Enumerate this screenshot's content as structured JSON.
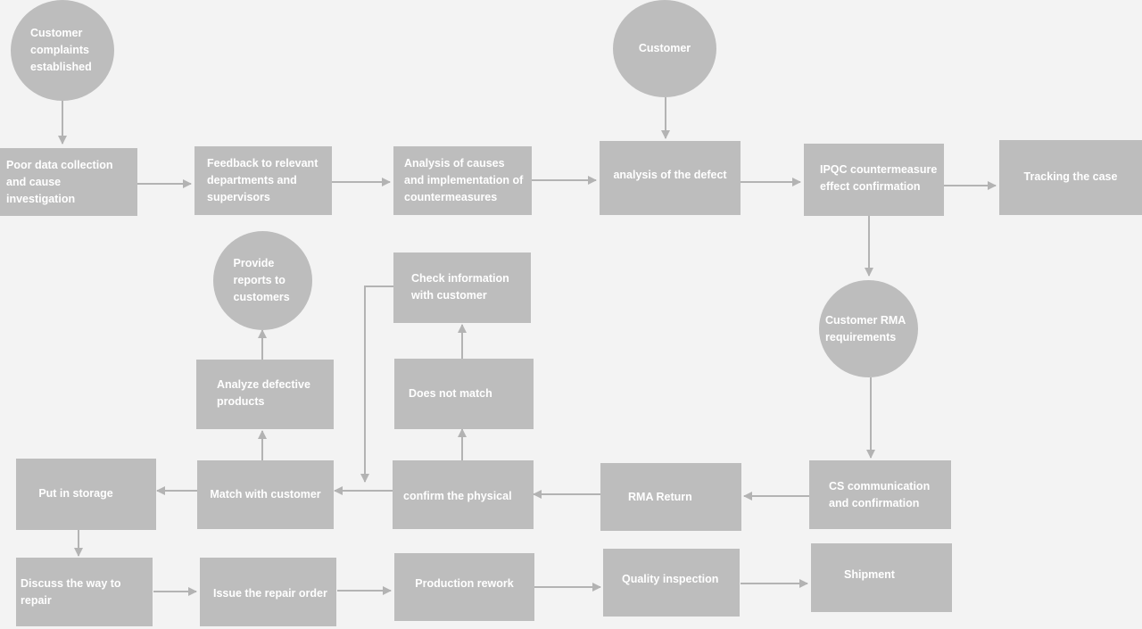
{
  "colors": {
    "background": "#f3f3f3",
    "node_fill": "#bdbdbd",
    "arrow": "#b3b3b3",
    "text": "#ffffff"
  },
  "nodes": {
    "customer_complaints": "Customer complaints established",
    "poor_data": "Poor data collection and cause investigation",
    "feedback": "Feedback to relevant departments and supervisors",
    "analysis_causes": "Analysis of causes and implementation of countermeasures",
    "customer": "Customer",
    "analysis_defect": "analysis of the defect",
    "ipqc": "IPQC countermeasure effect confirmation",
    "tracking": "Tracking the case",
    "provide_reports": "Provide reports to customers",
    "check_info": "Check information with customer",
    "customer_rma": "Customer RMA requirements",
    "analyze_defective": "Analyze defective products",
    "does_not_match": "Does not match",
    "put_storage": "Put in storage",
    "match_customer": "Match with customer",
    "confirm_physical": "confirm the physical",
    "rma_return": "RMA Return",
    "cs_communication": "CS communication and confirmation",
    "discuss_repair": "Discuss the way to repair",
    "issue_repair": "Issue the repair order",
    "production_rework": "Production rework",
    "quality_inspection": "Quality inspection",
    "shipment": "Shipment"
  }
}
